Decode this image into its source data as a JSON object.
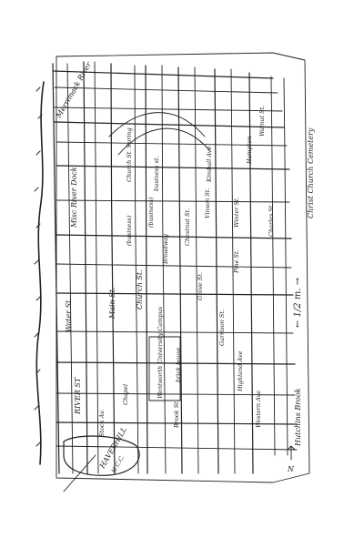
{
  "map": {
    "orientation": "rotated-90",
    "colors": {
      "ink": "#222222",
      "paper": "#ffffff"
    },
    "river": {
      "label_upper": "RIVER ST",
      "label_lower": "Water St.",
      "north_label": "Merrimack River"
    },
    "streets": {
      "main": "Main St.",
      "church": "Church St.",
      "stock": "Stock Av.",
      "brook": "Brook St.",
      "broadway": "Broadway",
      "chestnut": "Chestnut St.",
      "grove": "Grove St.",
      "highland": "Highland Ave",
      "garrison": "Garrison St.",
      "western": "Western Ave",
      "vinson": "Vinson St.",
      "kimball": "Kimball Ave",
      "hampton": "Hampton",
      "pine": "Pine St.",
      "charles": "Charles St."
    },
    "places": {
      "misc_river_dock": "Misc River Dock",
      "business_1": "(business)",
      "business_2": "(business)",
      "business_3": "business st.",
      "campus": "Wentworth University Campus",
      "chapel": "Chapel",
      "church_st_block": "Church St. Spring",
      "brickhouse": "brick house",
      "haverhill_1": "HAVERHILL",
      "haverhill_2": "H.C.C."
    },
    "annotations": {
      "scale": "← 1/2 m. →",
      "cemetery": "Christ Church Cemetery",
      "hutchins": "Hutchins Brook",
      "winter": "Winter St.",
      "walnut": "Walnut St.",
      "north_marker": "N"
    }
  }
}
